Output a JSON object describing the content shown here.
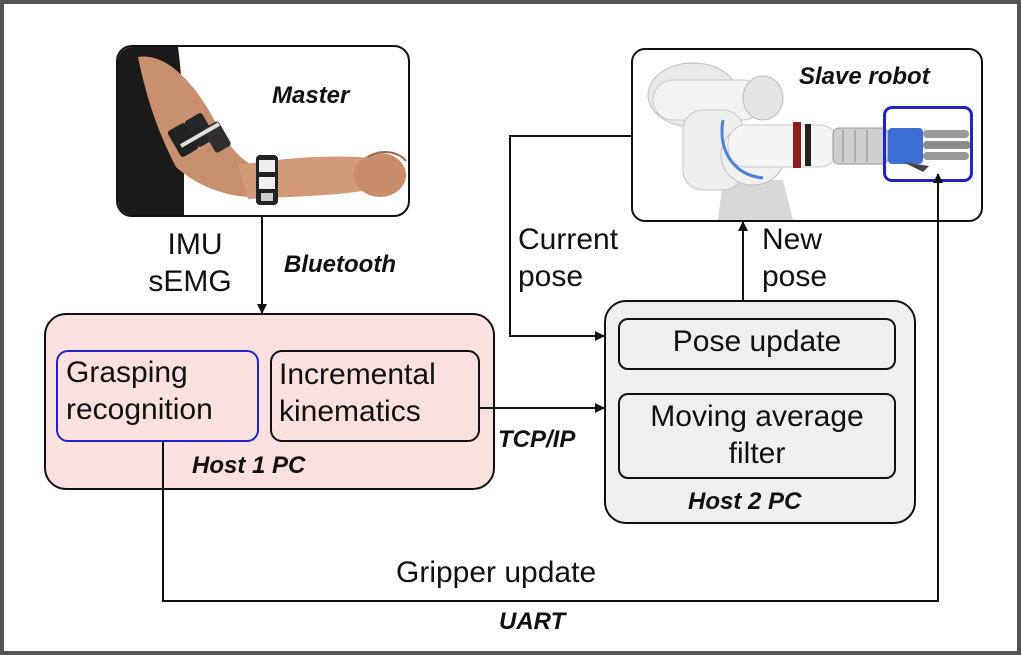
{
  "colors": {
    "border": "#555555",
    "line": "#111111",
    "host1_fill": "#fbe0e0",
    "host2_fill": "#efefef",
    "highlight": "#2222cc"
  },
  "master": {
    "label": "Master",
    "image": "photo of a human arm wearing two IMU/sEMG armbands"
  },
  "slave": {
    "label": "Slave robot",
    "image": "photo of a white robotic arm with a robotic hand end-effector"
  },
  "links": {
    "sensors": [
      "IMU",
      "sEMG"
    ],
    "bluetooth": "Bluetooth",
    "current_pose": [
      "Current",
      "pose"
    ],
    "new_pose": [
      "New",
      "pose"
    ],
    "tcpip": "TCP/IP",
    "gripper_update": "Gripper update",
    "uart": "UART"
  },
  "host1": {
    "label": "Host 1 PC",
    "grasping": [
      "Grasping",
      "recognition"
    ],
    "kinematics": [
      "Incremental",
      "kinematics"
    ]
  },
  "host2": {
    "label": "Host 2 PC",
    "pose_update": "Pose update",
    "filter": [
      "Moving average",
      "filter"
    ]
  }
}
